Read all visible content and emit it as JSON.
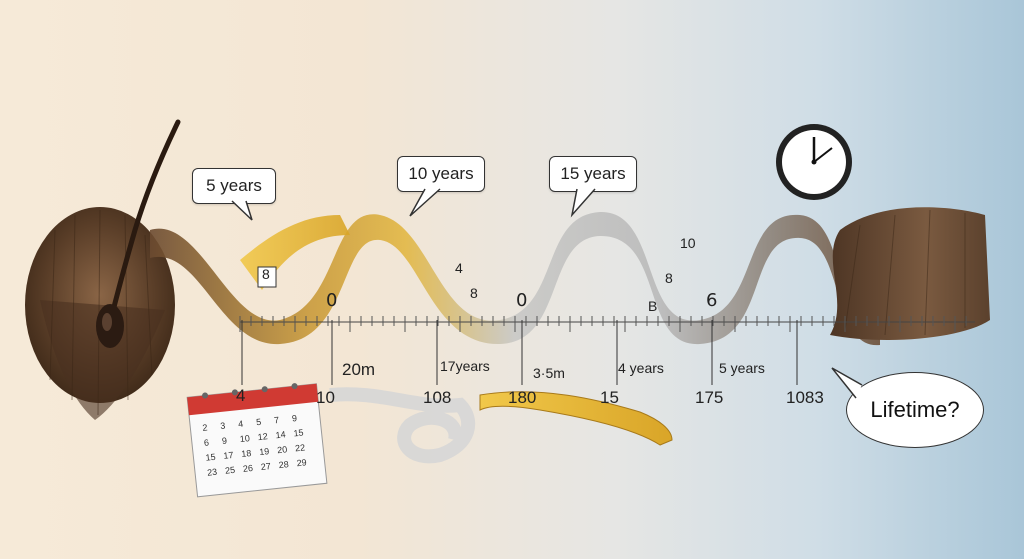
{
  "bubbles": {
    "b5": "5 years",
    "b10": "10 years",
    "b15": "15 years",
    "lifetime": "Lifetime?"
  },
  "ruler_labels": {
    "zero_a": "0",
    "zero_b": "0",
    "zero_c": "6",
    "l1": "4",
    "l2": "20m",
    "l3": "10",
    "l4": "17years",
    "l5": "108",
    "l6": "3·5m",
    "l7": "180",
    "l8": "4 years",
    "l9": "15",
    "l10": "5 years",
    "l11": "175",
    "l12": "1083"
  },
  "tape_marks": {
    "m1": "8",
    "m2": "4",
    "m3": "8",
    "m4": "10",
    "m5": "B",
    "m6": "8"
  },
  "colors": {
    "hair_dark": "#4a3423",
    "hair_mid": "#7a5a3e",
    "tape_yellow": "#e7b634",
    "tape_gray": "#c9c9c9",
    "calendar_red": "#d03a33"
  }
}
